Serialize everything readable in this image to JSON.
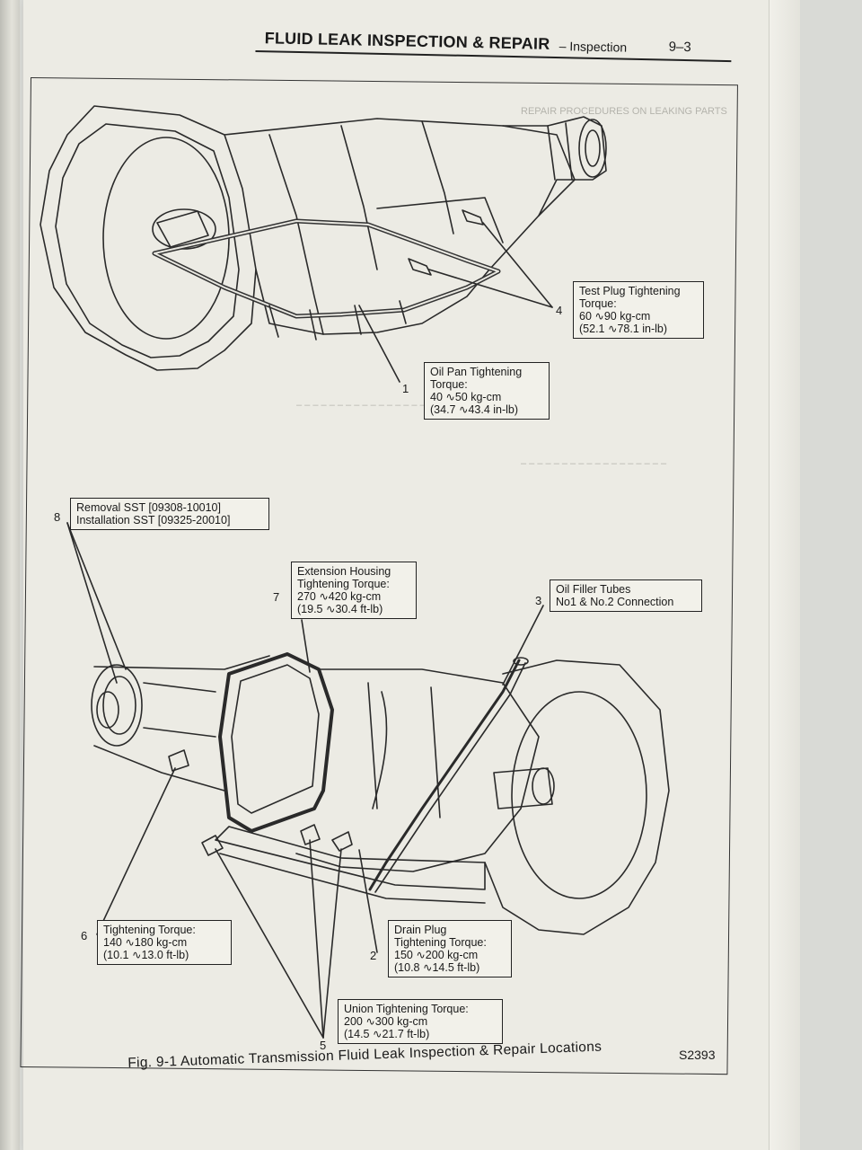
{
  "header": {
    "title": "FLUID LEAK INSPECTION & REPAIR",
    "section": "– Inspection",
    "page_number": "9–3"
  },
  "callouts": {
    "c1": {
      "number": "1",
      "lines": [
        "Oil Pan Tightening",
        "Torque:",
        "40 ∿50 kg-cm",
        "(34.7 ∿43.4 in-lb)"
      ]
    },
    "c2": {
      "number": "2",
      "lines": [
        "Drain Plug",
        "Tightening Torque:",
        "150 ∿200 kg-cm",
        "(10.8 ∿14.5 ft-lb)"
      ]
    },
    "c3": {
      "number": "3",
      "lines": [
        "Oil Filler Tubes",
        "No1 & No.2 Connection"
      ]
    },
    "c4": {
      "number": "4",
      "lines": [
        "Test Plug Tightening",
        "Torque:",
        "60 ∿90 kg-cm",
        "(52.1 ∿78.1 in-lb)"
      ]
    },
    "c5": {
      "number": "5",
      "lines": [
        "Union Tightening Torque:",
        "200 ∿300 kg-cm",
        "(14.5 ∿21.7 ft-lb)"
      ]
    },
    "c6": {
      "number": "6",
      "lines": [
        "Tightening Torque:",
        "140 ∿180 kg-cm",
        "(10.1 ∿13.0 ft-lb)"
      ]
    },
    "c7": {
      "number": "7",
      "lines": [
        "Extension Housing",
        "Tightening Torque:",
        "270 ∿420 kg-cm",
        "(19.5 ∿30.4 ft-lb)"
      ]
    },
    "c8": {
      "number": "8",
      "lines": [
        "Removal    SST [09308-10010]",
        "Installation SST [09325-20010]"
      ]
    }
  },
  "figure": {
    "code": "S2393",
    "caption": "Fig. 9-1  Automatic Transmission Fluid Leak Inspection & Repair Locations"
  }
}
